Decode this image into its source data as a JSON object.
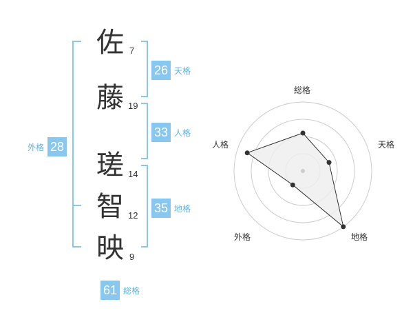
{
  "name": {
    "characters": [
      {
        "char": "佐",
        "strokes": "7"
      },
      {
        "char": "藤",
        "strokes": "19"
      },
      {
        "char": "瑳",
        "strokes": "14"
      },
      {
        "char": "智",
        "strokes": "12"
      },
      {
        "char": "映",
        "strokes": "9"
      }
    ]
  },
  "fortunes": {
    "tenkaku": {
      "value": "26",
      "label": "天格"
    },
    "jinkaku": {
      "value": "33",
      "label": "人格"
    },
    "chikaku": {
      "value": "35",
      "label": "地格"
    },
    "gaikaku": {
      "value": "28",
      "label": "外格"
    },
    "soukaku": {
      "value": "61",
      "label": "総格"
    }
  },
  "radar": {
    "axes": [
      "総格",
      "天格",
      "地格",
      "外格",
      "人格"
    ],
    "values": [
      0.55,
      0.4,
      1.0,
      0.25,
      0.85
    ],
    "rings": 4,
    "fill_color": "#eeeeee",
    "line_color": "#333333",
    "ring_color": "#cccccc"
  },
  "colors": {
    "accent": "#88c8f0",
    "accent_text": "#5ab4e8",
    "bracket": "#88c8f0"
  }
}
